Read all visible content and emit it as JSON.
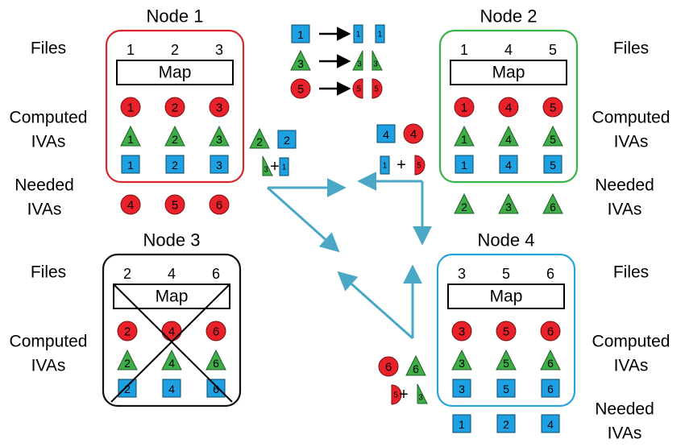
{
  "colors": {
    "red": "#e8212a",
    "green": "#3fae49",
    "blue": "#1ea1e3",
    "node1_border": "#d9262c",
    "node2_border": "#37b34a",
    "node3_border": "#111111",
    "node4_border": "#29a3dc",
    "arrow": "#4aa8c6"
  },
  "labels": {
    "files": "Files",
    "computed": "Computed",
    "needed": "Needed",
    "ivas": "IVAs",
    "map": "Map",
    "plus": "+"
  },
  "nodes": [
    {
      "title": "Node 1",
      "files": [
        "1",
        "2",
        "3"
      ],
      "computed_circles": [
        "1",
        "2",
        "3"
      ],
      "computed_triangles": [
        "1",
        "2",
        "3"
      ],
      "computed_squares": [
        "1",
        "2",
        "3"
      ],
      "needed": [
        "4",
        "5",
        "6"
      ],
      "needed_shape": "circle",
      "failed": false
    },
    {
      "title": "Node 2",
      "files": [
        "1",
        "4",
        "5"
      ],
      "computed_circles": [
        "1",
        "4",
        "5"
      ],
      "computed_triangles": [
        "1",
        "4",
        "5"
      ],
      "computed_squares": [
        "1",
        "4",
        "5"
      ],
      "needed": [
        "2",
        "3",
        "6"
      ],
      "needed_shape": "triangle",
      "failed": false
    },
    {
      "title": "Node 3",
      "files": [
        "2",
        "4",
        "6"
      ],
      "computed_circles": [
        "2",
        "4",
        "6"
      ],
      "computed_triangles": [
        "2",
        "4",
        "6"
      ],
      "computed_squares": [
        "2",
        "4",
        "6"
      ],
      "needed": [],
      "failed": true
    },
    {
      "title": "Node 4",
      "files": [
        "3",
        "5",
        "6"
      ],
      "computed_circles": [
        "3",
        "5",
        "6"
      ],
      "computed_triangles": [
        "3",
        "5",
        "6"
      ],
      "computed_squares": [
        "3",
        "5",
        "6"
      ],
      "needed": [
        "1",
        "2",
        "4"
      ],
      "needed_shape": "square",
      "failed": false
    }
  ],
  "legend": [
    {
      "shape": "square",
      "label": "1",
      "halves": [
        "1",
        "1"
      ]
    },
    {
      "shape": "triangle",
      "label": "3",
      "halves": [
        "3",
        "3"
      ]
    },
    {
      "shape": "circle",
      "label": "5",
      "halves": [
        "5",
        "5"
      ]
    }
  ],
  "transmissions": {
    "node1": {
      "items": [
        [
          "triangle",
          "2"
        ],
        [
          "square",
          "2"
        ]
      ],
      "combo": [
        [
          "triangle-half",
          "3"
        ],
        [
          "square-half",
          "1"
        ]
      ]
    },
    "node2": {
      "items": [
        [
          "square",
          "4"
        ],
        [
          "circle",
          "4"
        ]
      ],
      "combo": [
        [
          "square-half",
          "1"
        ],
        [
          "circle-half",
          "5"
        ]
      ]
    },
    "node4": {
      "items": [
        [
          "circle",
          "6"
        ],
        [
          "triangle",
          "6"
        ]
      ],
      "combo": [
        [
          "circle-half",
          "5"
        ],
        [
          "triangle-half",
          "3"
        ]
      ]
    }
  }
}
